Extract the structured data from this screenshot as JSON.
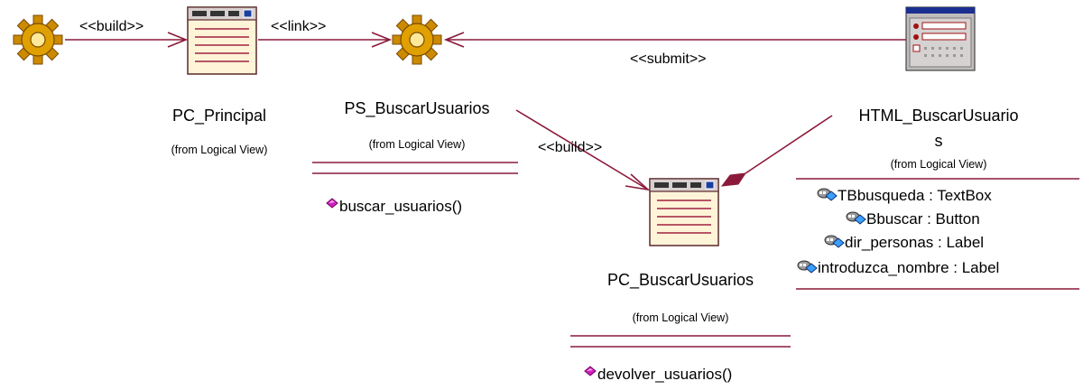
{
  "diagram": {
    "stereotypes": {
      "build_1": "<<build>>",
      "link": "<<link>>",
      "submit": "<<submit>>",
      "build_2": "<<build>>"
    },
    "pc_principal": {
      "name": "PC_Principal",
      "from": "(from Logical View)"
    },
    "ps_buscar": {
      "name": "PS_BuscarUsuarios",
      "from": "(from Logical View)",
      "operation": "buscar_usuarios()"
    },
    "html_buscar": {
      "name_line1": "HTML_BuscarUsuario",
      "name_line2": "s",
      "from": "(from Logical View)",
      "attributes": [
        "TBbusqueda : TextBox",
        "Bbuscar : Button",
        "dir_personas : Label",
        "introduzca_nombre : Label"
      ]
    },
    "pc_buscar": {
      "name": "PC_BuscarUsuarios",
      "from": "(from Logical View)",
      "operation": "devolver_usuarios()"
    }
  }
}
